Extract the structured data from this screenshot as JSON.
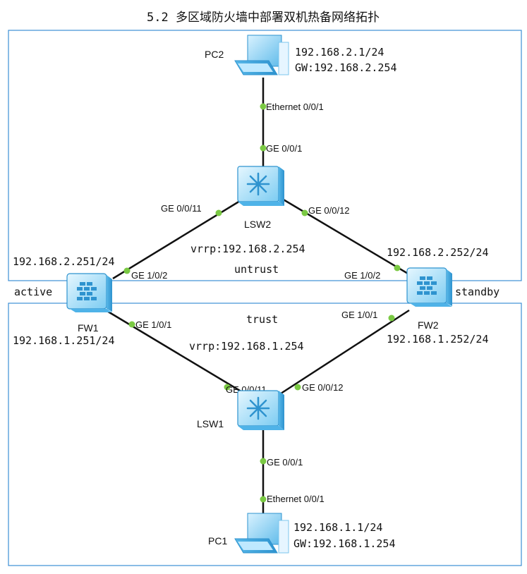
{
  "title": "5.2 多区域防火墙中部署双机热备网络拓扑",
  "colors": {
    "zone_border": "#3c8fd6",
    "link": "#111111",
    "port_dot": "#7ac943",
    "device_fill": "#bfe9ff",
    "device_dark": "#4fb3e8"
  },
  "zones": {
    "untrust": {
      "label": "untrust"
    },
    "trust": {
      "label": "trust"
    }
  },
  "vrrp": {
    "untrust": "vrrp:192.168.2.254",
    "trust": "vrrp:192.168.1.254"
  },
  "devices": {
    "pc2": {
      "name": "PC2",
      "icon": "pc-icon",
      "ip": "192.168.2.1/24",
      "gw": "GW:192.168.2.254"
    },
    "lsw2": {
      "name": "LSW2",
      "icon": "switch-icon"
    },
    "fw1": {
      "name": "FW1",
      "icon": "firewall-icon",
      "role": "active",
      "ip_untrust": "192.168.2.251/24",
      "ip_trust": "192.168.1.251/24"
    },
    "fw2": {
      "name": "FW2",
      "icon": "firewall-icon",
      "role": "standby",
      "ip_untrust": "192.168.2.252/24",
      "ip_trust": "192.168.1.252/24"
    },
    "lsw1": {
      "name": "LSW1",
      "icon": "switch-icon"
    },
    "pc1": {
      "name": "PC1",
      "icon": "pc-icon",
      "ip": "192.168.1.1/24",
      "gw": "GW:192.168.1.254"
    }
  },
  "ports": {
    "pc2_eth": "Ethernet 0/0/1",
    "lsw2_g1": "GE 0/0/1",
    "lsw2_g11": "GE 0/0/11",
    "lsw2_g12": "GE 0/0/12",
    "fw1_g2": "GE 1/0/2",
    "fw2_g2": "GE 1/0/2",
    "fw1_g1": "GE 1/0/1",
    "fw2_g1": "GE 1/0/1",
    "lsw1_g11": "GE 0/0/11",
    "lsw1_g12": "GE 0/0/12",
    "lsw1_g1": "GE 0/0/1",
    "pc1_eth": "Ethernet 0/0/1"
  }
}
